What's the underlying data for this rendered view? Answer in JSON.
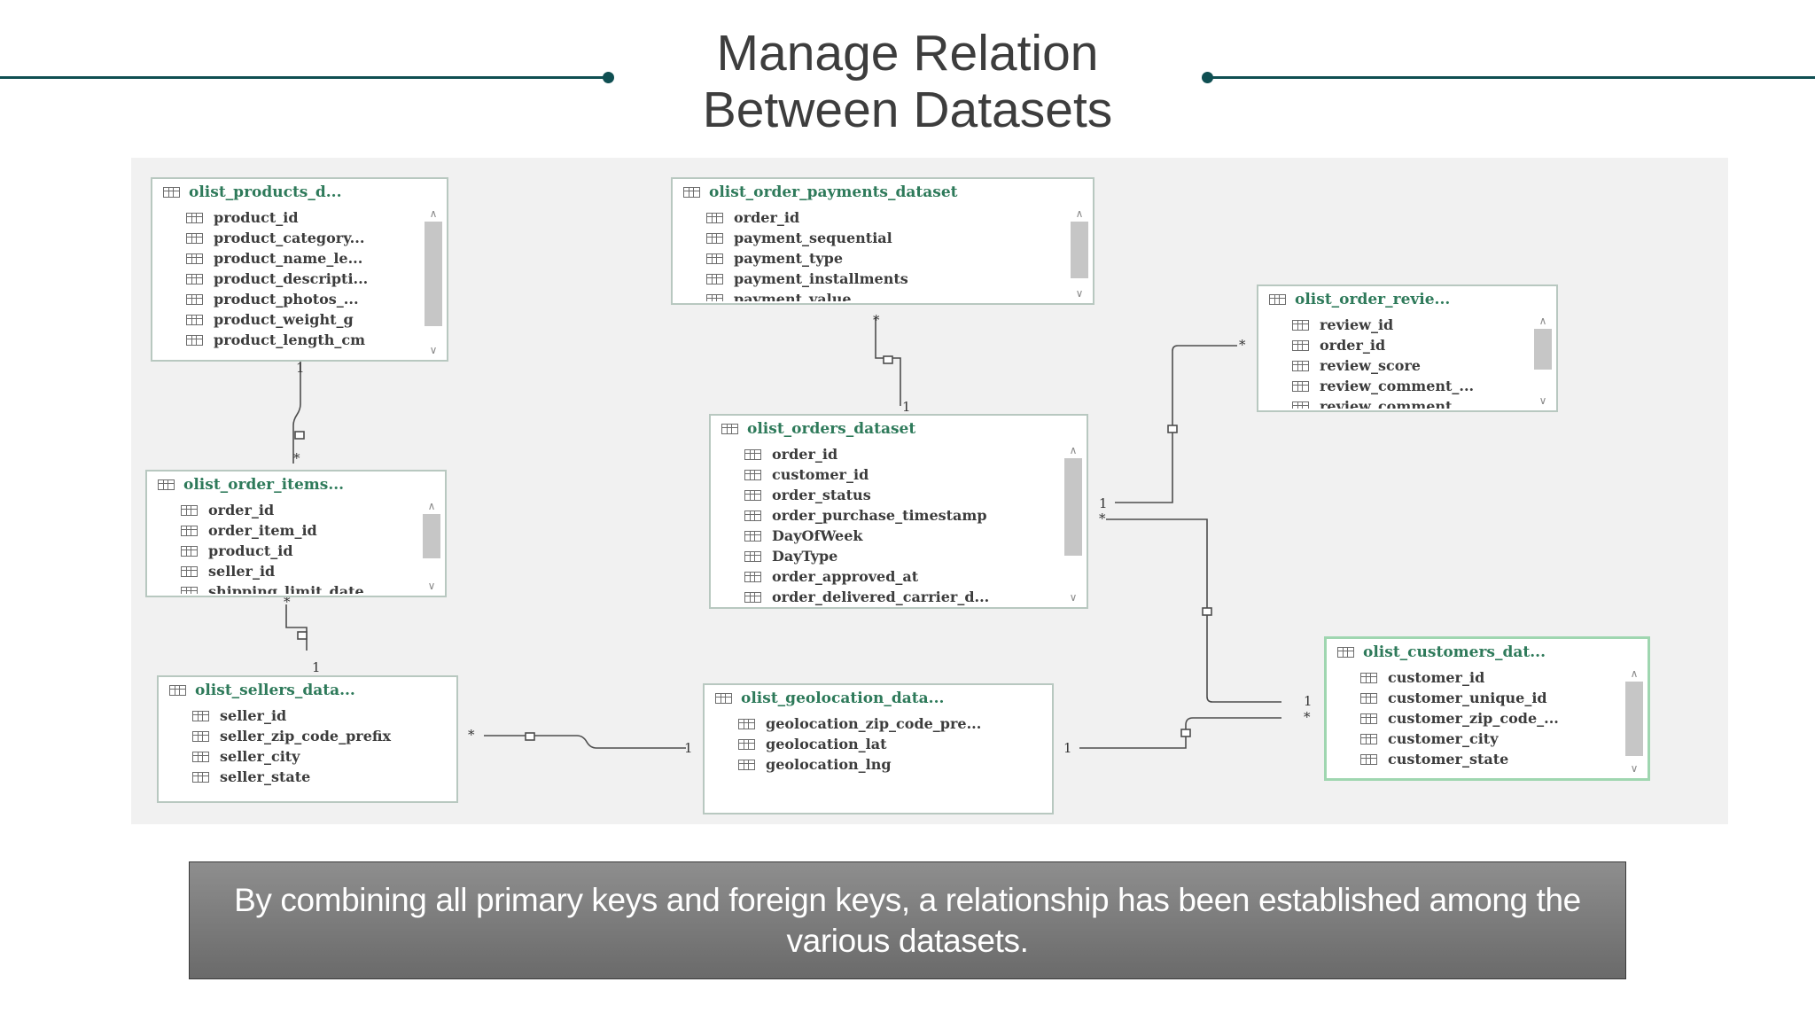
{
  "title": "Manage Relation\nBetween Datasets",
  "caption": "By combining all primary keys and foreign keys, a relationship has been established among the various datasets.",
  "colors": {
    "accent": "#0f4f52",
    "table_title": "#2e7a5a",
    "caption_bg": "#7a7a7a"
  },
  "tables": {
    "products": {
      "name": "olist_products_d...",
      "fields": [
        "product_id",
        "product_category...",
        "product_name_le...",
        "product_descripti...",
        "product_photos_...",
        "product_weight_g",
        "product_length_cm"
      ]
    },
    "payments": {
      "name": "olist_order_payments_dataset",
      "fields": [
        "order_id",
        "payment_sequential",
        "payment_type",
        "payment_installments",
        "payment_value"
      ]
    },
    "reviews": {
      "name": "olist_order_revie...",
      "fields": [
        "review_id",
        "order_id",
        "review_score",
        "review_comment_...",
        "review_comment_..."
      ]
    },
    "order_items": {
      "name": "olist_order_items...",
      "fields": [
        "order_id",
        "order_item_id",
        "product_id",
        "seller_id",
        "shipping_limit_date"
      ]
    },
    "orders": {
      "name": "olist_orders_dataset",
      "fields": [
        "order_id",
        "customer_id",
        "order_status",
        "order_purchase_timestamp",
        "DayOfWeek",
        "DayType",
        "order_approved_at",
        "order_delivered_carrier_d..."
      ]
    },
    "sellers": {
      "name": "olist_sellers_data...",
      "fields": [
        "seller_id",
        "seller_zip_code_prefix",
        "seller_city",
        "seller_state"
      ]
    },
    "geolocation": {
      "name": "olist_geolocation_data...",
      "fields": [
        "geolocation_zip_code_pre...",
        "geolocation_lat",
        "geolocation_lng"
      ]
    },
    "customers": {
      "name": "olist_customers_dat...",
      "fields": [
        "customer_id",
        "customer_unique_id",
        "customer_zip_code_...",
        "customer_city",
        "customer_state"
      ]
    }
  },
  "cardinality": {
    "one": "1",
    "many": "*"
  }
}
